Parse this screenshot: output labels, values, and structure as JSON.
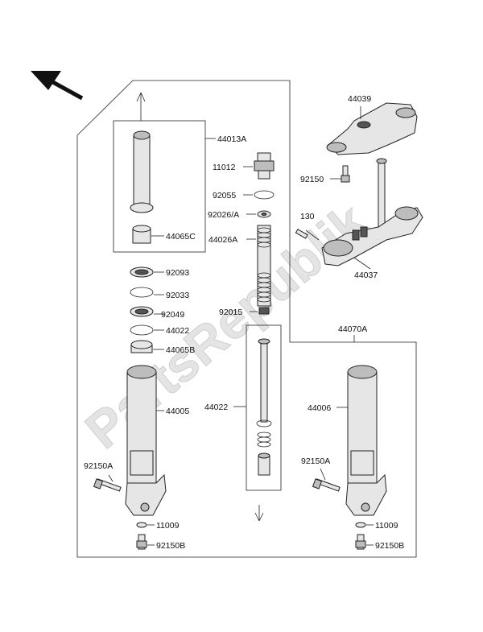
{
  "watermark": "PartsRepublik",
  "labels": {
    "p44039": "44039",
    "p92150_top": "92150",
    "p130": "130",
    "p44037": "44037",
    "p44013A": "44013A",
    "p11012": "11012",
    "p92055": "92055",
    "p92026A_small": "92026/A",
    "p44026A": "44026A",
    "p44065C": "44065C",
    "p92093": "92093",
    "p92033": "92033",
    "p92049": "92049",
    "p44022_ring": "44022",
    "p44065B": "44065B",
    "p92015": "92015",
    "p44070A": "44070A",
    "p44005": "44005",
    "p44022_tube": "44022",
    "p44006": "44006",
    "p92150A_left": "92150A",
    "p92150A_right": "92150A",
    "p11009_left": "11009",
    "p11009_right": "11009",
    "p92150B_left": "92150B",
    "p92150B_right": "92150B"
  }
}
